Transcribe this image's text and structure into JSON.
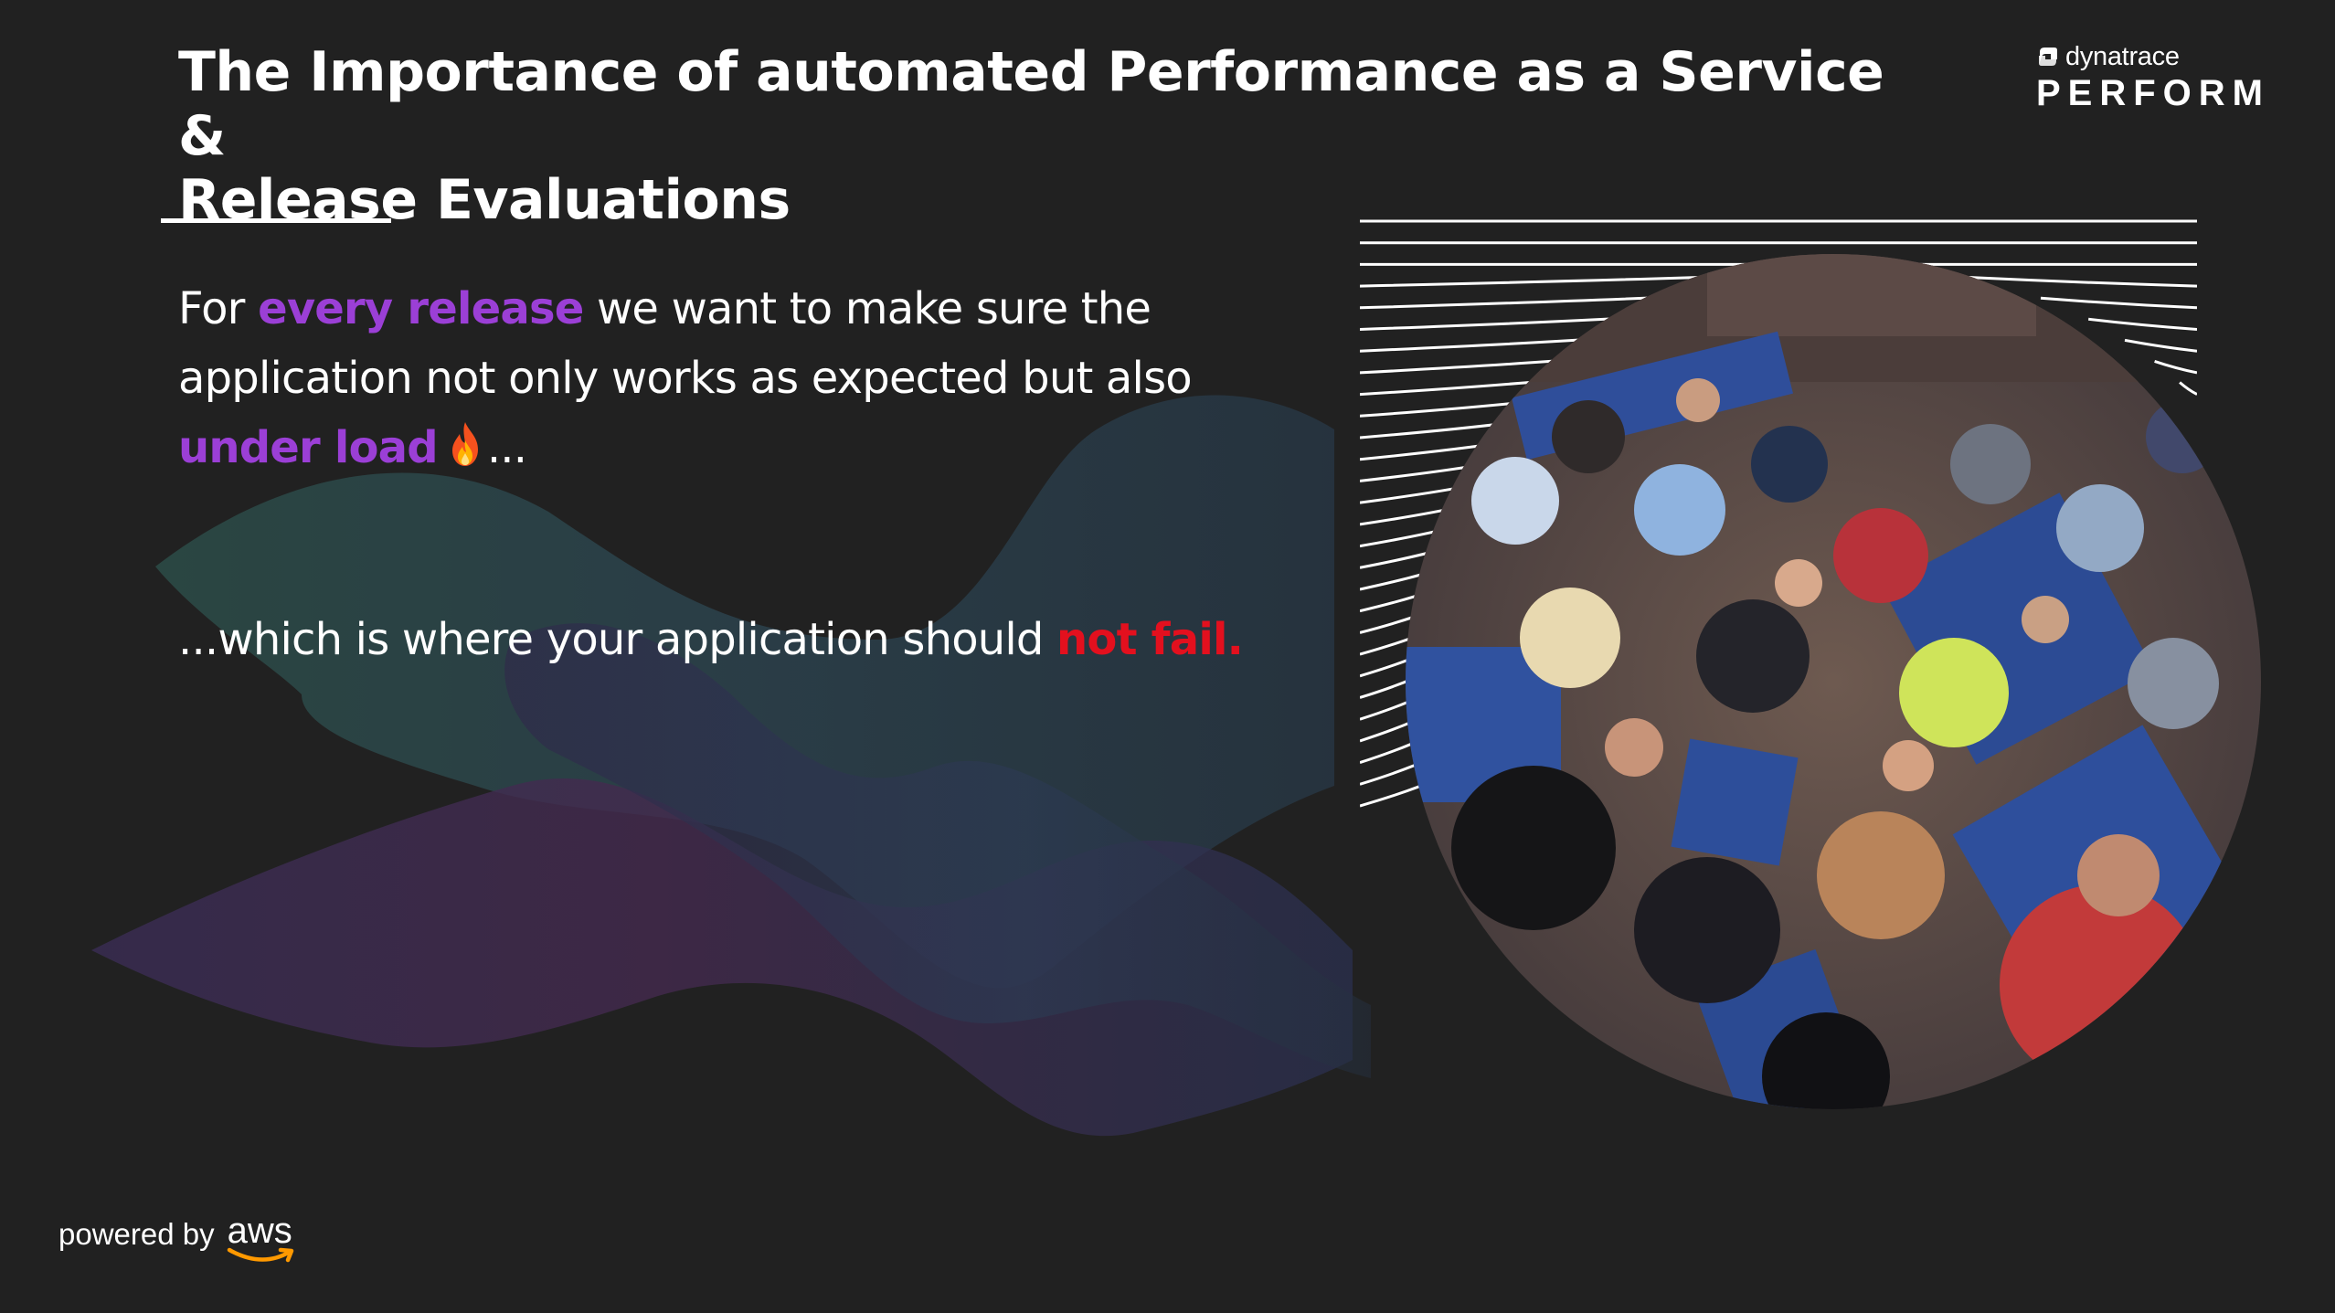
{
  "slide": {
    "title_line1": "The Importance of automated Performance as a Service &",
    "title_line2": "Release Evaluations",
    "body": {
      "line1_pre": "For ",
      "line1_highlight": "every release",
      "line1_post": " we want to make sure the",
      "line2": "application not only works as expected but also",
      "line3_highlight": "under load",
      "line3_icon": "fire-icon",
      "line3_post": "..."
    },
    "tagline": {
      "pre": "...which is where your application should ",
      "highlight": "not fail."
    }
  },
  "logo": {
    "brand": "dynatrace",
    "event": "PERFORM"
  },
  "footer": {
    "powered_by": "powered by",
    "sponsor": "aws"
  },
  "colors": {
    "background": "#212121",
    "accent_purple": "#9b3fd6",
    "accent_red": "#e3101e",
    "text": "#ffffff"
  }
}
